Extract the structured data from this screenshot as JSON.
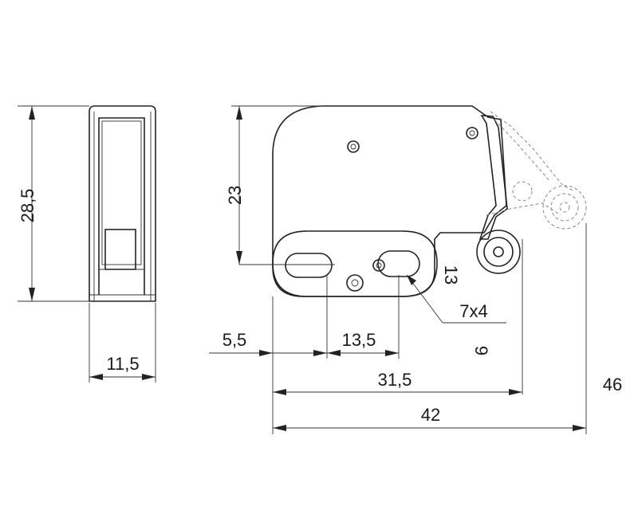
{
  "drawing": {
    "colors": {
      "line": "#222222",
      "text": "#1a1a1a",
      "hidden": "#888888",
      "background": "#ffffff"
    },
    "dimensions": {
      "side_height": "28,5",
      "side_width": "11,5",
      "upper_height": "23",
      "slot_spacing_v": "13",
      "slot_size": "7x4",
      "offset_left": "5,5",
      "slot_pitch": "13,5",
      "roller_offset": "9",
      "mid_width": "31,5",
      "total_width": "42",
      "total_height": "46"
    }
  }
}
